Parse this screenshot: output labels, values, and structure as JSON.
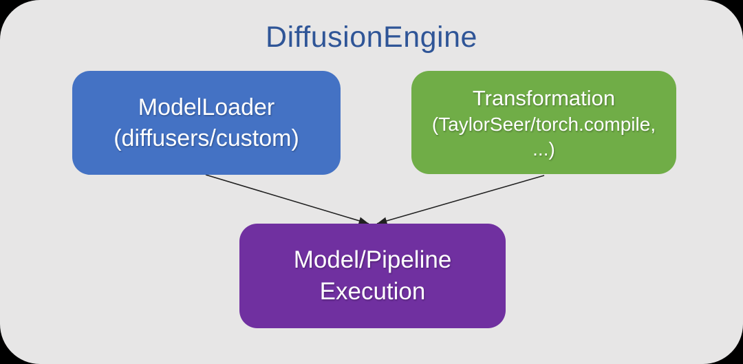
{
  "title": "DiffusionEngine",
  "colors": {
    "page_bg": "#000000",
    "panel_bg": "#E7E6E6",
    "title_text": "#2F5597",
    "node_text": "#FFFFFF",
    "arrow": "#212121"
  },
  "nodes": {
    "model_loader": {
      "label_line1": "ModelLoader",
      "label_line2": "(diffusers/custom)",
      "fill": "#4472C4"
    },
    "transformation": {
      "label_line1": "Transformation",
      "label_line2": "(TaylorSeer/torch.compile,",
      "label_line3": "...)",
      "fill": "#70AD47"
    },
    "execution": {
      "label_line1": "Model/Pipeline",
      "label_line2": "Execution",
      "fill": "#7030A0"
    }
  },
  "edges": [
    {
      "from": "model_loader",
      "to": "execution"
    },
    {
      "from": "transformation",
      "to": "execution"
    }
  ]
}
